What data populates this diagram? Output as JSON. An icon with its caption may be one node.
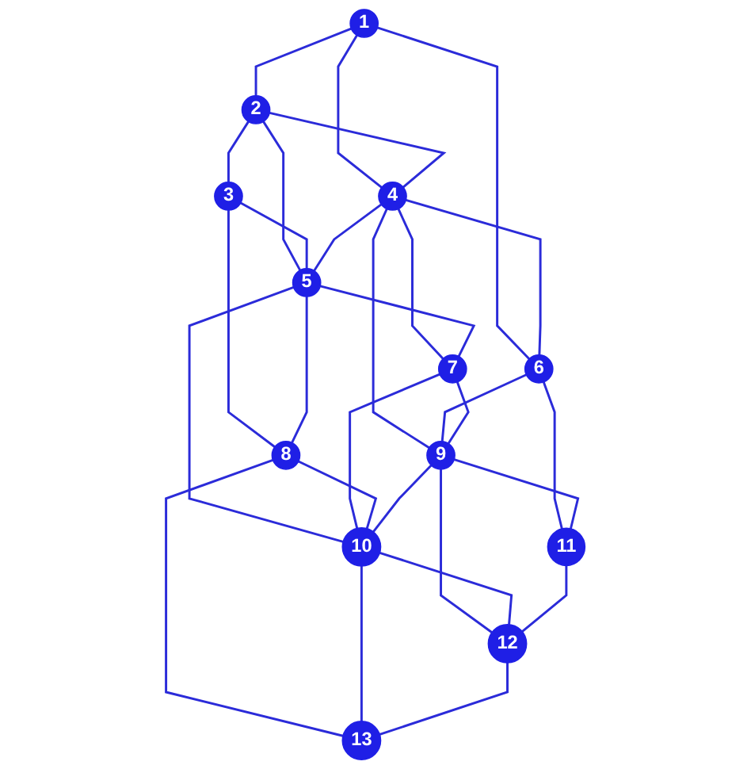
{
  "diagram": {
    "nodes": [
      {
        "text": [
          "1"
        ]
      },
      {
        "text": [
          "2"
        ]
      },
      {
        "text": [
          "3"
        ]
      },
      {
        "text": [
          "4"
        ]
      },
      {
        "text": [
          "5"
        ]
      },
      {
        "text": [
          "6"
        ]
      },
      {
        "text": [
          "7"
        ]
      },
      {
        "text": [
          "8"
        ]
      },
      {
        "text": [
          "9"
        ]
      },
      {
        "text": [
          "10"
        ]
      },
      {
        "text": [
          "11"
        ]
      },
      {
        "text": [
          "12"
        ]
      },
      {
        "text": [
          "13"
        ]
      }
    ],
    "edges": [
      {
        "from": 0,
        "to": 1,
        "arrow": "none"
      },
      {
        "from": 1,
        "to": 2,
        "arrow": "none"
      },
      {
        "from": 0,
        "to": 3,
        "arrow": "none"
      },
      {
        "from": 1,
        "to": 3,
        "arrow": "none"
      },
      {
        "from": 1,
        "to": 4,
        "arrow": "none"
      },
      {
        "from": 2,
        "to": 4,
        "arrow": "none"
      },
      {
        "from": 0,
        "to": 5,
        "arrow": "none"
      },
      {
        "from": 2,
        "to": 7,
        "arrow": "none"
      },
      {
        "from": 3,
        "to": 4,
        "arrow": "none"
      },
      {
        "from": 3,
        "to": 5,
        "arrow": "none"
      },
      {
        "from": 3,
        "to": 6,
        "arrow": "none"
      },
      {
        "from": 3,
        "to": 8,
        "arrow": "none"
      },
      {
        "from": 4,
        "to": 6,
        "arrow": "none"
      },
      {
        "from": 4,
        "to": 7,
        "arrow": "none"
      },
      {
        "from": 4,
        "to": 9,
        "arrow": "none"
      },
      {
        "from": 5,
        "to": 8,
        "arrow": "none"
      },
      {
        "from": 6,
        "to": 8,
        "arrow": "none"
      },
      {
        "from": 6,
        "to": 9,
        "arrow": "none"
      },
      {
        "from": 7,
        "to": 9,
        "arrow": "none"
      },
      {
        "from": 8,
        "to": 9,
        "arrow": "none"
      },
      {
        "from": 5,
        "to": 10,
        "arrow": "none"
      },
      {
        "from": 7,
        "to": 12,
        "arrow": "none"
      },
      {
        "from": 8,
        "to": 10,
        "arrow": "none"
      },
      {
        "from": 8,
        "to": 11,
        "arrow": "none"
      },
      {
        "from": 9,
        "to": 11,
        "arrow": "none"
      },
      {
        "from": 9,
        "to": 12,
        "arrow": "none"
      },
      {
        "from": 10,
        "to": 11,
        "arrow": "none"
      },
      {
        "from": 11,
        "to": 12,
        "arrow": "none"
      }
    ]
  }
}
